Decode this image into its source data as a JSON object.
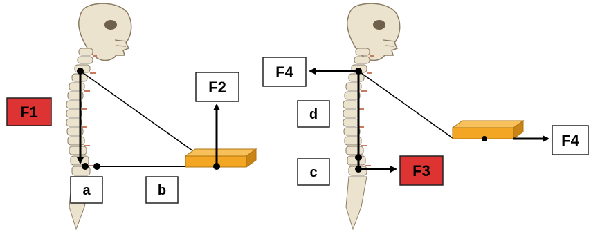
{
  "left_panel": {
    "force_labels": {
      "f1": "F1",
      "f2": "F2"
    },
    "distance_labels": {
      "a": "a",
      "b": "b"
    }
  },
  "right_panel": {
    "force_labels": {
      "f3": "F3",
      "f4_top": "F4",
      "f4_right": "F4"
    },
    "distance_labels": {
      "c": "c",
      "d": "d"
    }
  },
  "colors": {
    "highlight_box": "#dd3333",
    "load_box": "#f2a623",
    "bone": "#ece3cf",
    "bone_outline": "#8a7b63",
    "disc": "#c77a5f",
    "line": "#000000"
  },
  "icons": [
    "skull-icon",
    "spine-icon",
    "load-block-icon",
    "arrow-icon"
  ]
}
